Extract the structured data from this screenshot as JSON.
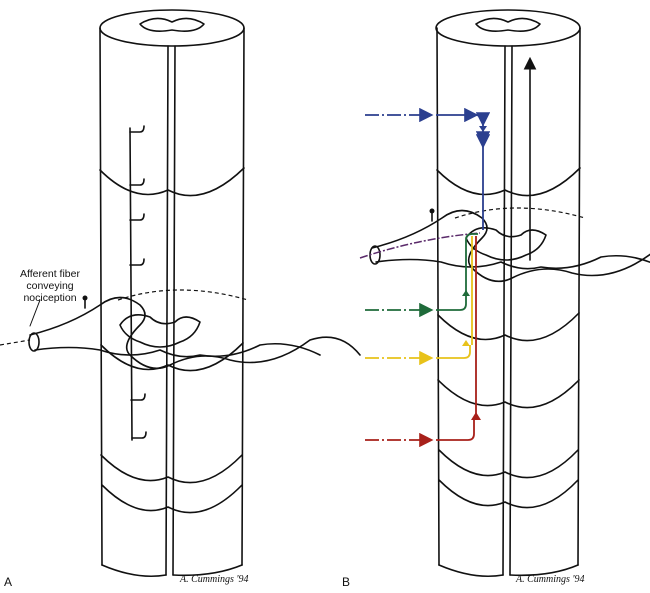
{
  "figure": {
    "panel_a": {
      "letter": "A",
      "label_lines": [
        "Afferent fiber",
        "conveying",
        "nociception"
      ],
      "signature": "A. Cummings '94"
    },
    "panel_b": {
      "letter": "B",
      "signature": "A. Cummings '94",
      "pathways": [
        {
          "name": "blue",
          "color": "#2b3f8f"
        },
        {
          "name": "green",
          "color": "#1f6b3a"
        },
        {
          "name": "yellow",
          "color": "#e8c21a"
        },
        {
          "name": "red",
          "color": "#a8201a"
        },
        {
          "name": "purple",
          "color": "#5a2a6a"
        },
        {
          "name": "ascending",
          "color": "#111111"
        }
      ]
    }
  }
}
